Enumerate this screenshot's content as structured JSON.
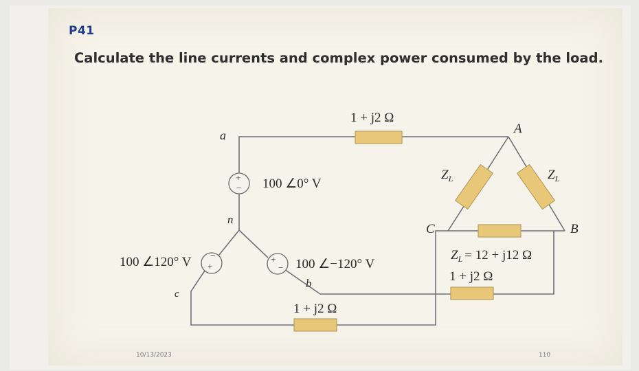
{
  "problem": {
    "label": "P41",
    "text": "Calculate the line currents and complex power consumed by the load."
  },
  "circuit": {
    "node_a": "a",
    "node_n": "n",
    "node_b": "b",
    "node_c": "c",
    "node_A": "A",
    "node_B": "B",
    "node_C": "C",
    "line_impedance_top": "1 + j2 Ω",
    "line_impedance_mid": "1 + j2 Ω",
    "line_impedance_bottom": "1 + j2 Ω",
    "source_a": "100 ∠0° V",
    "source_b": "100 ∠−120° V",
    "source_c": "100 ∠120° V",
    "load_label_left": "Z",
    "load_label_right": "Z",
    "load_subscript": "L",
    "load_value": "= 12 + j12 Ω",
    "plus": "+",
    "minus": "−"
  },
  "footer": {
    "date": "10/13/2023",
    "page": "110"
  }
}
